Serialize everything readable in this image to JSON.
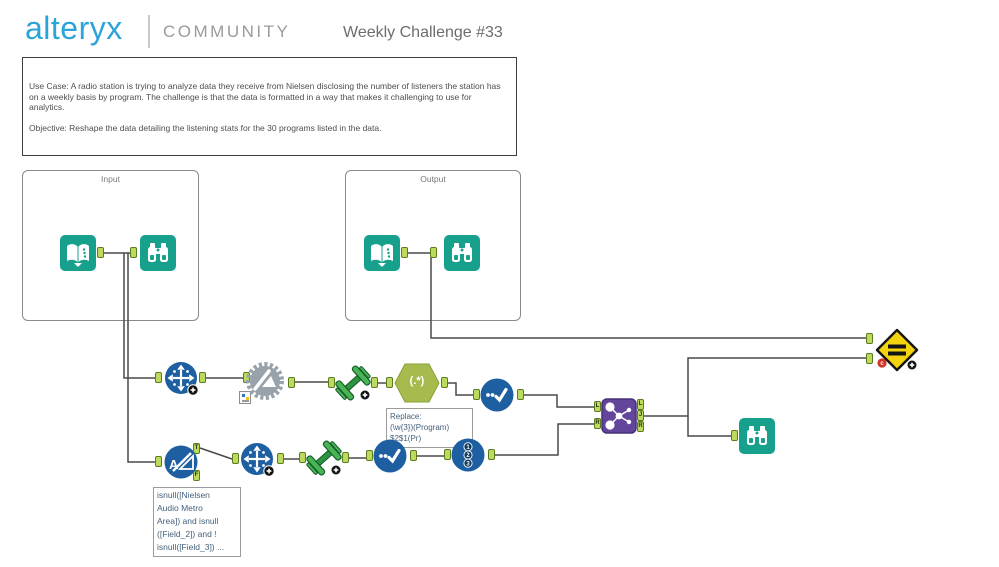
{
  "header": {
    "logo": "alteryx",
    "community": "COMMUNITY",
    "title": "Weekly Challenge #33"
  },
  "note": {
    "use_case": "Use Case:  A radio station is trying to analyze data they receive from Nielsen disclosing the number of listeners the station has on a weekly basis by program.   The challenge is that the data is formatted in a way that makes it challenging to use for analytics.",
    "objective": "Objective:  Reshape the data detailing the listening stats for the 30 programs listed in the data."
  },
  "containers": {
    "input_label": "Input",
    "output_label": "Output"
  },
  "tools": {
    "regex_label": "(.*)",
    "filter_letter": "A",
    "record_id_digits": [
      "1",
      "2",
      "3"
    ]
  },
  "anchors": {
    "filter_true": "T",
    "filter_false": "F",
    "join_in_left": "L",
    "join_in_right": "R",
    "join_out_left": "L",
    "join_out_join": "J",
    "join_out_right": "R"
  },
  "annotations": {
    "regex_replace": {
      "line1": "Replace:",
      "line2": "(\\w{3})(Program)",
      "line3": "$2$1(Pr)"
    },
    "filter_expression": {
      "line1": "isnull([Nielsen",
      "line2": "Audio Metro",
      "line3": "Area]) and isnull",
      "line4": "([Field_2]) and !",
      "line5": "isnull([Field_3]) ..."
    }
  },
  "icons": {
    "input_data": "book-icon",
    "browse": "binoculars-icon",
    "transpose": "four-way-arrows-icon",
    "formula": "gear-pencil-icon",
    "data_cleansing": "dumbbell-icon",
    "regex": "hexagon-regex-icon",
    "filter": "funnel-a-icon",
    "select": "dots-check-icon",
    "record_id": "numbered-123-icon",
    "join": "molecule-icon",
    "test": "yellow-diamond-equals-icon"
  },
  "colors": {
    "brand_blue": "#2ba4da",
    "teal": "#17a08c",
    "tool_blue": "#1d5fa0",
    "olive": "#a5bb4d",
    "green": "#49b455",
    "purple": "#64459c",
    "test_yellow": "#f2d30e",
    "anchor_green": "#bcdb5e",
    "wire_gray": "#4a4a4a"
  }
}
